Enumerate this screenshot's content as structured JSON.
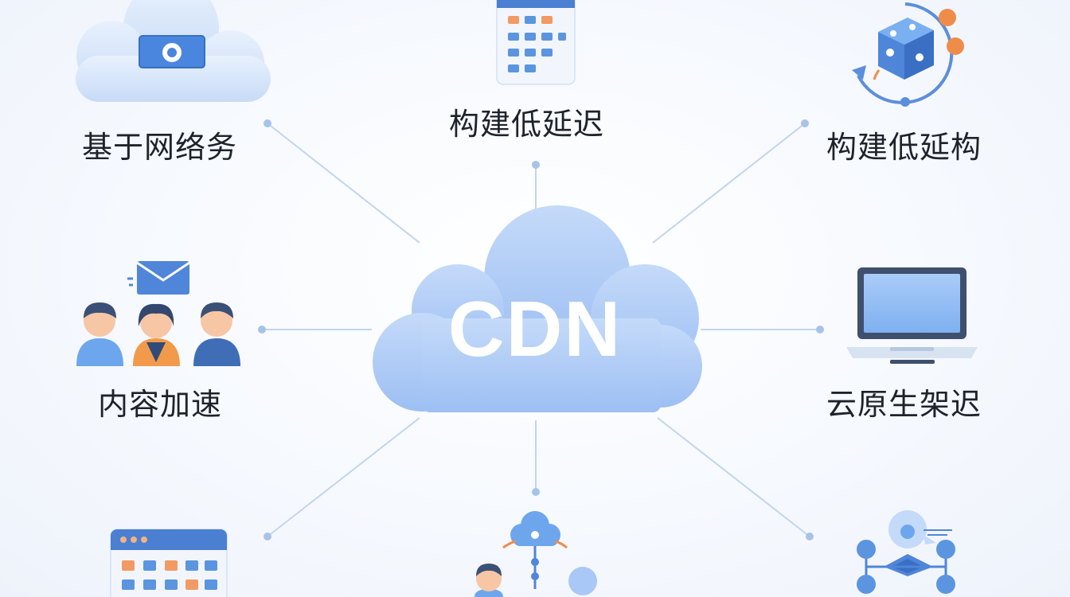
{
  "center": {
    "text": "CDN"
  },
  "nodes": {
    "top_left": {
      "label": "基于网络务",
      "icon": "cloud-with-photo-icon"
    },
    "top_center": {
      "label": "构建低延迟",
      "icon": "calendar-grid-icon"
    },
    "top_right": {
      "label": "构建低延构",
      "icon": "rotating-cube-icon"
    },
    "mid_left": {
      "label": "内容加速",
      "icon": "users-with-mail-icon"
    },
    "mid_right": {
      "label": "云原生架迟",
      "icon": "laptop-icon"
    },
    "bottom_left": {
      "label": "",
      "icon": "app-window-grid-icon"
    },
    "bottom_center": {
      "label": "",
      "icon": "network-users-icon"
    },
    "bottom_right": {
      "label": "",
      "icon": "node-network-icon"
    }
  },
  "colors": {
    "cloud": "#a9c8f7",
    "connector": "#c2d5ef",
    "accent_blue": "#4f86d9",
    "accent_orange": "#f08c4a",
    "text": "#1e232b"
  }
}
